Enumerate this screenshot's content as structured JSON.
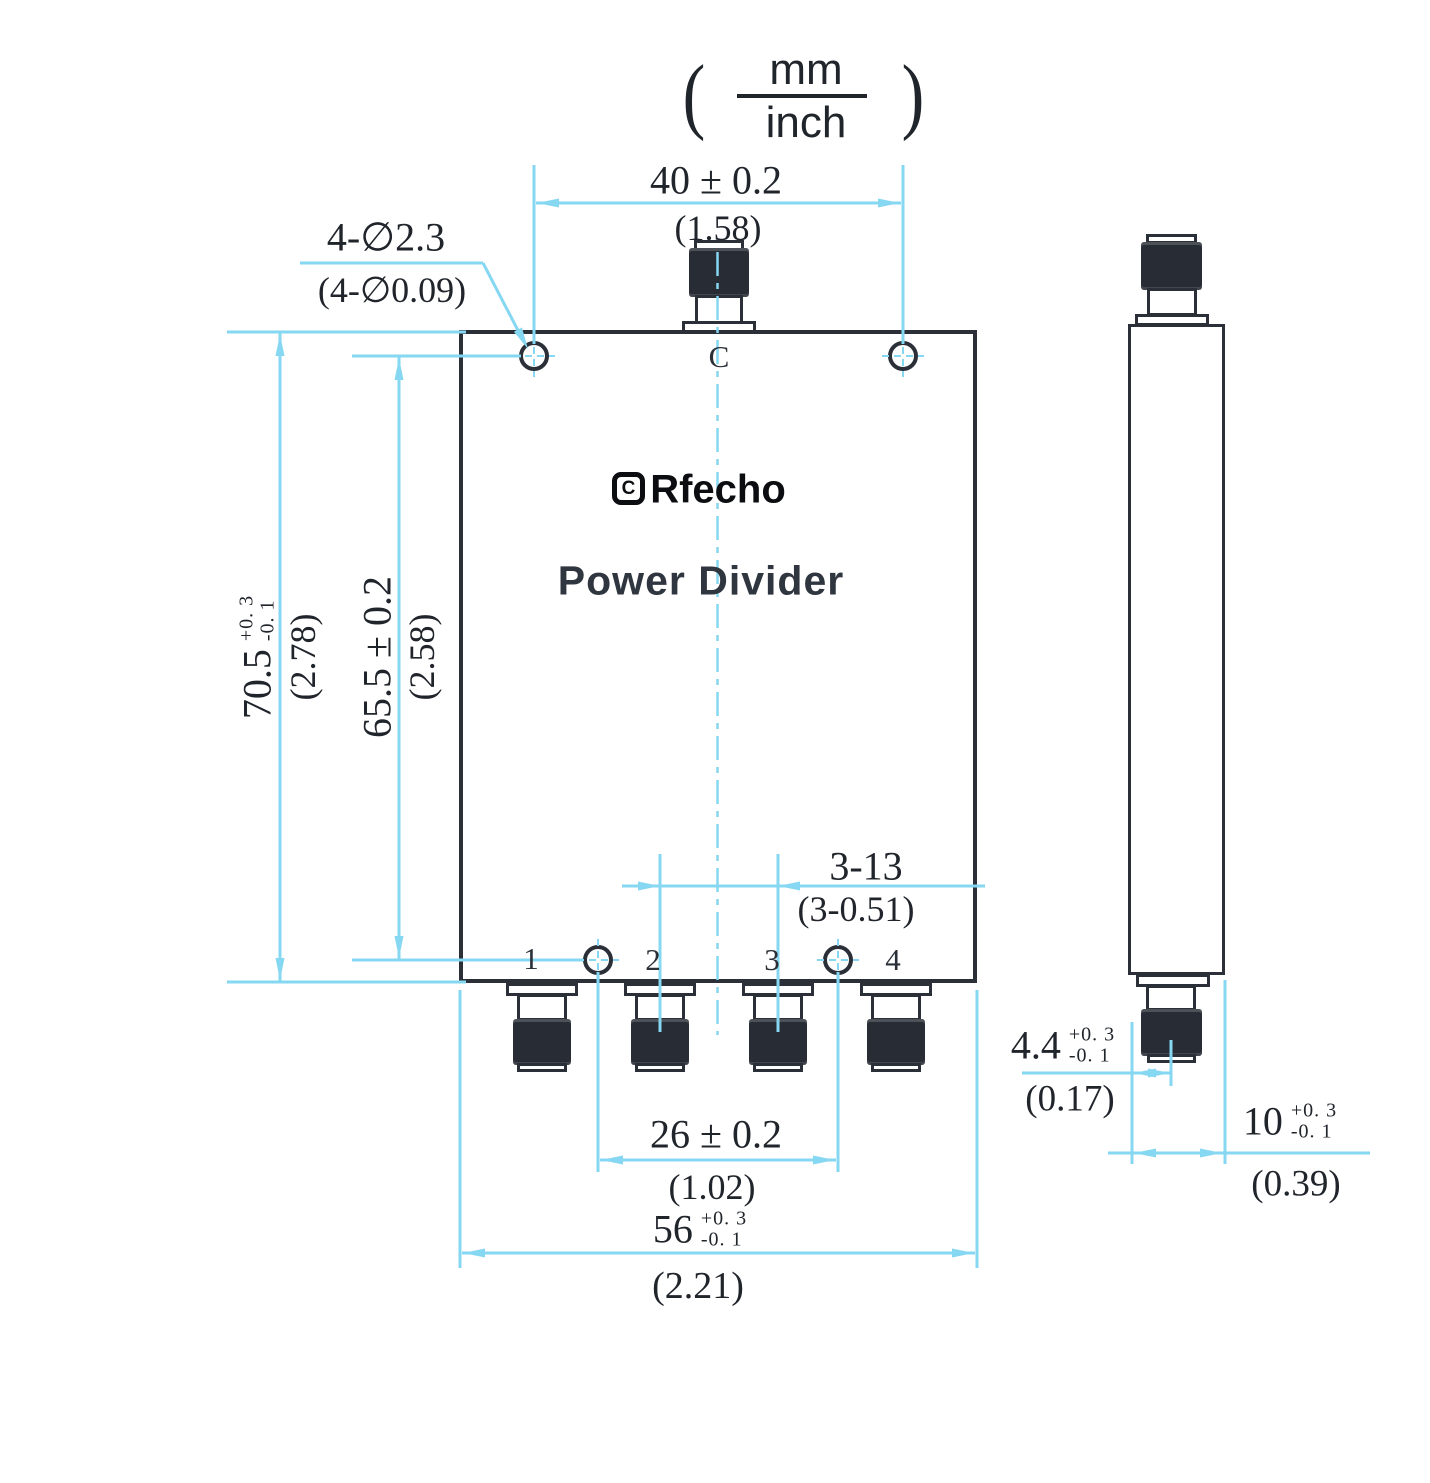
{
  "units": {
    "paren_open": "(",
    "numerator": "mm",
    "denominator": "inch",
    "paren_close": ")"
  },
  "front_view": {
    "logo": {
      "icon_letter": "C",
      "brand": "Rfecho"
    },
    "product_label": "Power Divider",
    "port_labels": {
      "common": "C",
      "p1": "1",
      "p2": "2",
      "p3": "3",
      "p4": "4"
    }
  },
  "dimensions": {
    "width_top_holes": {
      "mm": "40 ± 0.2",
      "inch": "(1.58)"
    },
    "mount_holes": {
      "mm": "4-∅2.3",
      "inch": "(4-∅0.09)"
    },
    "height_overall": {
      "mm": "70.5",
      "tol_plus": "+0. 3",
      "tol_minus": "-0. 1",
      "inch": "(2.78)"
    },
    "height_holes": {
      "mm": "65.5 ± 0.2",
      "inch": "(2.58)"
    },
    "port_pitch": {
      "mm": "3-13",
      "inch": "(3-0.51)"
    },
    "hole_span_bottom": {
      "mm": "26 ± 0.2",
      "inch": "(1.02)"
    },
    "width_overall": {
      "mm": "56",
      "tol_plus": "+0. 3",
      "tol_minus": "-0. 1",
      "inch": "(2.21)"
    },
    "connector_offset": {
      "mm": "4.4",
      "tol_plus": "+0. 3",
      "tol_minus": "-0. 1",
      "inch": "(0.17)"
    },
    "thickness": {
      "mm": "10",
      "tol_plus": "+0. 3",
      "tol_minus": "-0. 1",
      "inch": "(0.39)"
    }
  },
  "colors": {
    "dimension_line": "#85d7f2",
    "drawing_line": "#2b3038",
    "text": "#20242b"
  }
}
